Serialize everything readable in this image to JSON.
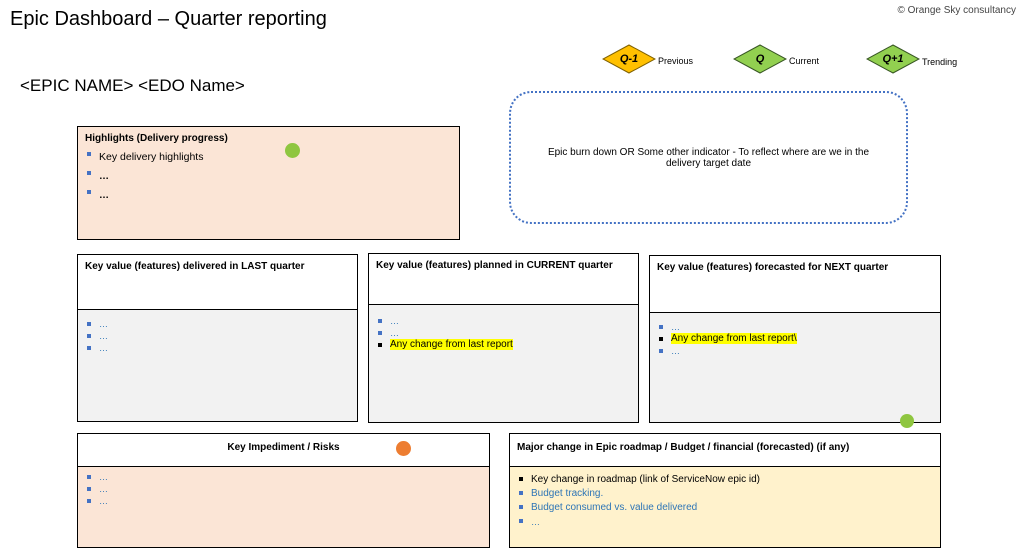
{
  "header": {
    "title": "Epic Dashboard – Quarter reporting",
    "copyright": "© Orange Sky consultancy",
    "subtitle": "<EPIC NAME> <EDO Name>"
  },
  "legend": [
    {
      "label": "Q-1",
      "caption": "Previous",
      "color": "#ffc000"
    },
    {
      "label": "Q",
      "caption": "Current",
      "color": "#92d050"
    },
    {
      "label": "Q+1",
      "caption": "Trending",
      "color": "#92d050"
    }
  ],
  "burndown_text": "Epic burn down OR Some other indicator - To reflect where are we in the delivery target date",
  "highlights": {
    "title": "Highlights (Delivery progress)",
    "items": [
      "Key delivery highlights",
      "…",
      "…"
    ],
    "status_color": "#8fc640"
  },
  "last_quarter": {
    "title": "Key value (features) delivered in LAST quarter",
    "items": [
      "…",
      "…",
      "…"
    ]
  },
  "current_quarter": {
    "title": "Key value (features) planned in CURRENT quarter",
    "items": [
      "…",
      "…",
      "Any change from last report"
    ]
  },
  "next_quarter": {
    "title": "Key value (features) forecasted for NEXT quarter",
    "items": [
      "…",
      "Any change from last report\\",
      "…"
    ],
    "status_color": "#8fc640"
  },
  "impediments": {
    "title": "Key Impediment / Risks",
    "items": [
      "…",
      "…",
      "…"
    ],
    "status_color": "#ed7d31"
  },
  "roadmap": {
    "title": "Major change in Epic roadmap / Budget / financial (forecasted) (if any)",
    "items": [
      "Key change in roadmap (link of ServiceNow epic id)",
      "Budget tracking.",
      "Budget consumed vs. value delivered",
      "…"
    ]
  }
}
